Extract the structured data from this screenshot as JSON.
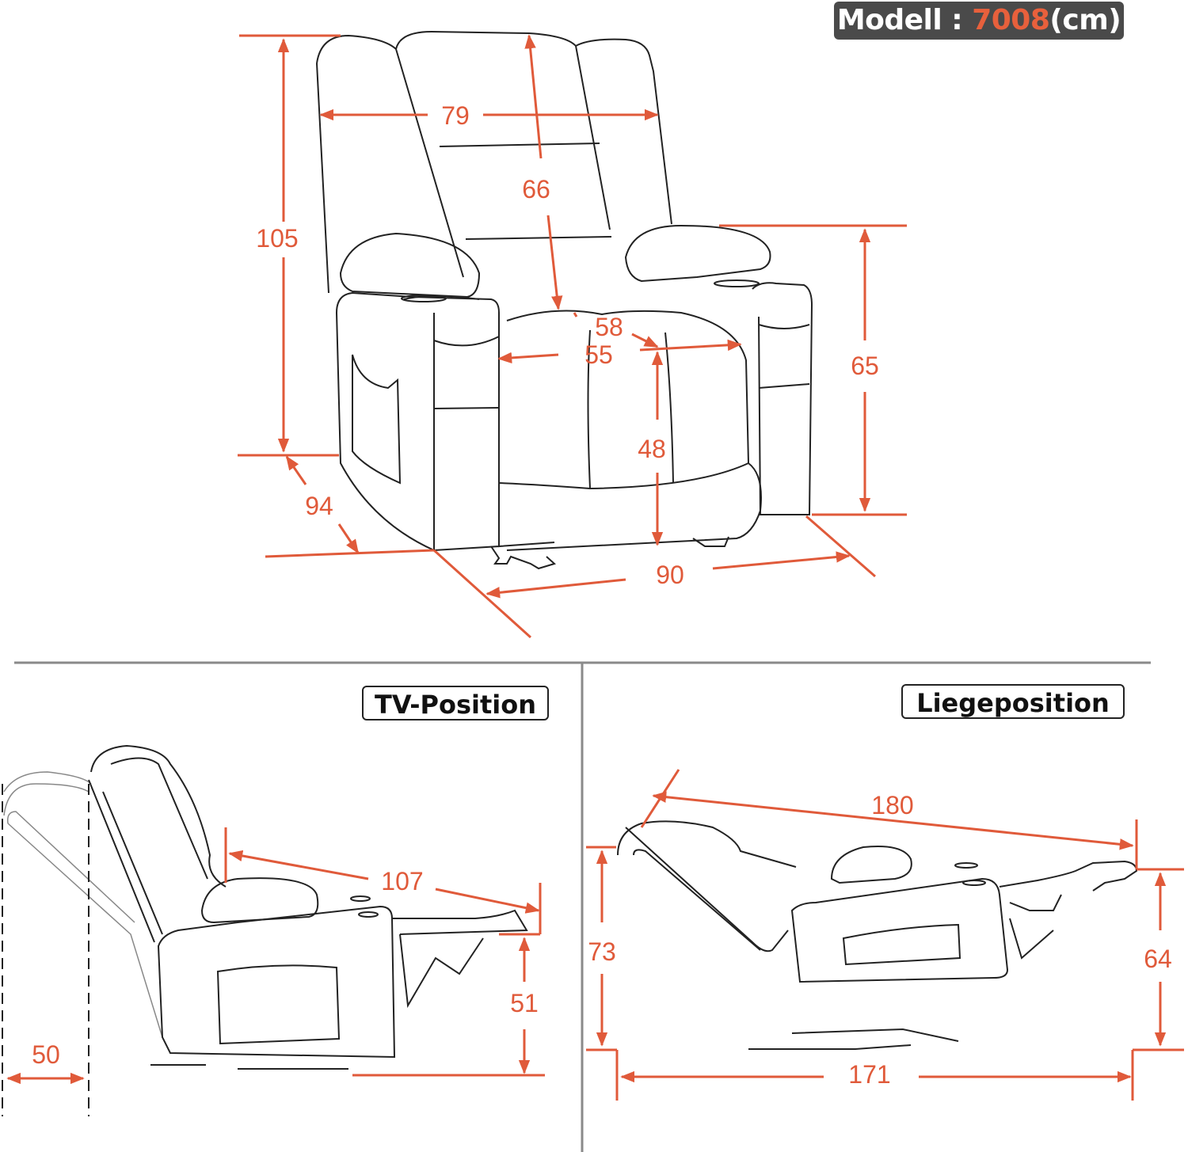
{
  "header": {
    "model_prefix": "Modell : ",
    "model_number": "7008",
    "unit": "(cm)"
  },
  "colors": {
    "dimension": "#e05a3a",
    "line": "#222222",
    "badge_bg": "#4a4a4a",
    "divider": "#8a8a8a"
  },
  "front_view": {
    "height_total": "105",
    "backrest_width": "79",
    "backrest_height": "66",
    "seat_depth": "58",
    "seat_width": "55",
    "seat_height": "48",
    "armrest_height": "65",
    "depth": "94",
    "width": "90"
  },
  "tv_position": {
    "label": "TV-Position",
    "wall_clearance": "50",
    "length": "107",
    "footrest_height": "51"
  },
  "lie_position": {
    "label": "Liegeposition",
    "total_length": "180",
    "floor_length": "171",
    "back_height": "73",
    "foot_height": "64"
  }
}
